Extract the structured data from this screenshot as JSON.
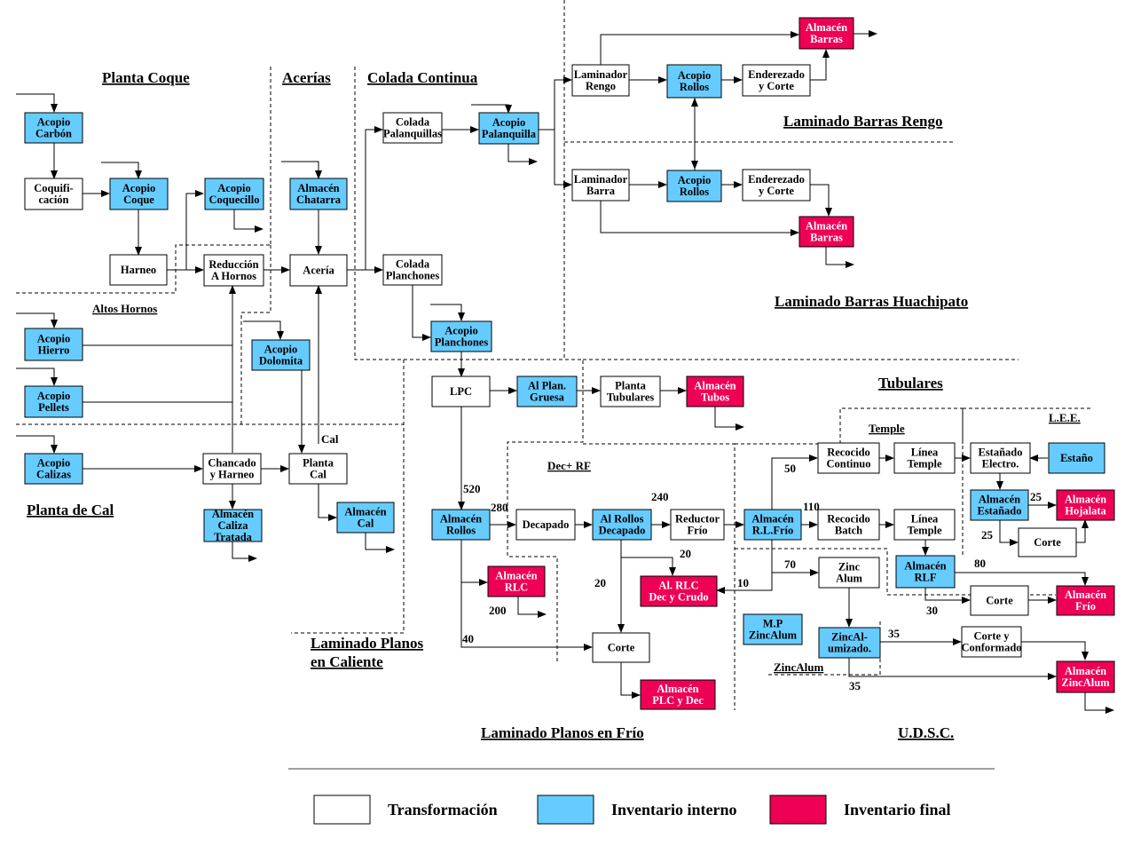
{
  "colors": {
    "transform": "#ffffff",
    "internal": "#66ccff",
    "final": "#ee0055"
  },
  "headings": {
    "coque": "Planta Coque",
    "acerias": "Acerías",
    "colada": "Colada Continua",
    "altos": "Altos Hornos",
    "cal": "Planta de Cal",
    "lpc1": "Laminado Planos",
    "lpc2": "en Caliente",
    "lpf": "Laminado Planos en Frío",
    "udsc": "U.D.S.C.",
    "rengo": "Laminado Barras Rengo",
    "huachipato": "Laminado Barras Huachipato",
    "tubulares": "Tubulares",
    "temple": "Temple",
    "lee": "L.E.E.",
    "decrf": "Dec+ RF",
    "zincalum": "ZincAlum"
  },
  "boxes": {
    "acopio_carbon": [
      "Acopio",
      "Carbón"
    ],
    "coquificacion": [
      "Coquifi-",
      "cación"
    ],
    "acopio_coque": [
      "Acopio",
      "Coque"
    ],
    "acopio_coquecillo": [
      "Acopio",
      "Coquecillo"
    ],
    "harneo": [
      "Harneo"
    ],
    "reduccion_hornos": [
      "Reducción",
      "A Hornos"
    ],
    "acopio_hierro": [
      "Acopio",
      "Hierro"
    ],
    "acopio_pellets": [
      "Acopio",
      "Pellets"
    ],
    "acopio_calizas": [
      "Acopio",
      "Calizas"
    ],
    "chancado_harneo": [
      "Chancado",
      "y Harneo"
    ],
    "almacen_caliza": [
      "Almacén",
      "Caliza",
      "Tratada"
    ],
    "acopio_dolomita": [
      "Acopio",
      "Dolomita"
    ],
    "almacen_chatarra": [
      "Almacén",
      "Chatarra"
    ],
    "aceria": [
      "Acería"
    ],
    "planta_cal": [
      "Planta",
      "Cal"
    ],
    "almacen_cal": [
      "Almacén",
      "Cal"
    ],
    "colada_palanquillas": [
      "Colada",
      "Palanquillas"
    ],
    "acopio_palanquilla": [
      "Acopio",
      "Palanquilla"
    ],
    "colada_planchones": [
      "Colada",
      "Planchones"
    ],
    "acopio_planchones": [
      "Acopio",
      "Planchones"
    ],
    "laminador_rengo": [
      "Laminador",
      "Rengo"
    ],
    "acopio_rollos_rengo": [
      "Acopio",
      "Rollos"
    ],
    "enderezado_rengo": [
      "Enderezado",
      "y Corte"
    ],
    "almacen_barras_rengo": [
      "Almacén",
      "Barras"
    ],
    "laminador_barra": [
      "Laminador",
      "Barra"
    ],
    "acopio_rollos_huach": [
      "Acopio",
      "Rollos"
    ],
    "enderezado_huach": [
      "Enderezado",
      "y Corte"
    ],
    "almacen_barras_huach": [
      "Almacén",
      "Barras"
    ],
    "lpc": [
      "LPC"
    ],
    "al_plan_gruesa": [
      "Al Plan.",
      "Gruesa"
    ],
    "planta_tubulares": [
      "Planta",
      "Tubulares"
    ],
    "almacen_tubos": [
      "Almacén",
      "Tubos"
    ],
    "almacen_rollos": [
      "Almacén",
      "Rollos"
    ],
    "decapado": [
      "Decapado"
    ],
    "al_rollos_decapado": [
      "Al Rollos",
      "Decapado"
    ],
    "reductor_frio": [
      "Reductor",
      "Frío"
    ],
    "almacen_rlc": [
      "Almacén",
      "RLC"
    ],
    "al_rlc_dec": [
      "Al. RLC",
      "Dec y Crudo"
    ],
    "corte_lpf": [
      "Corte"
    ],
    "almacen_plc_dec": [
      "Almacén",
      "PLC y Dec"
    ],
    "almacen_rl_frio": [
      "Almacén",
      "R.L.Frío"
    ],
    "recocido_continuo": [
      "Recocido",
      "Continuo"
    ],
    "linea_temple_1": [
      "Línea",
      "Temple"
    ],
    "recocido_batch": [
      "Recocido",
      "Batch"
    ],
    "linea_temple_2": [
      "Línea",
      "Temple"
    ],
    "almacen_rlf": [
      "Almacén",
      "RLF"
    ],
    "zinc_alum": [
      "Zinc",
      "Alum"
    ],
    "mp_zincalum": [
      "M.P",
      "ZincAlum"
    ],
    "zincalumizado": [
      "ZincAl-",
      "umizado."
    ],
    "corte_conformado": [
      "Corte y",
      "Conformado"
    ],
    "almacen_zincalum": [
      "Almacén",
      "ZincAlum"
    ],
    "corte_udsc": [
      "Corte"
    ],
    "almacen_frio": [
      "Almacén",
      "Frío"
    ],
    "estanado_electro": [
      "Estañado",
      "Electro."
    ],
    "estano": [
      "Estaño"
    ],
    "almacen_estanado": [
      "Almacén",
      "Estañado"
    ],
    "almacen_hojalata": [
      "Almacén",
      "Hojalata"
    ],
    "corte_lee": [
      "Corte"
    ]
  },
  "labels": {
    "cal": "Cal",
    "n520": "520",
    "n280": "280",
    "n240": "240",
    "n20a": "20",
    "n20b": "20",
    "n200": "200",
    "n40": "40",
    "n10": "10",
    "n50": "50",
    "n110": "110",
    "n70": "70",
    "n80": "80",
    "n30": "30",
    "n35a": "35",
    "n35b": "35",
    "n25a": "25",
    "n25b": "25"
  },
  "legend": {
    "transform": "Transformación",
    "internal": "Inventario interno",
    "final": "Inventario final"
  }
}
